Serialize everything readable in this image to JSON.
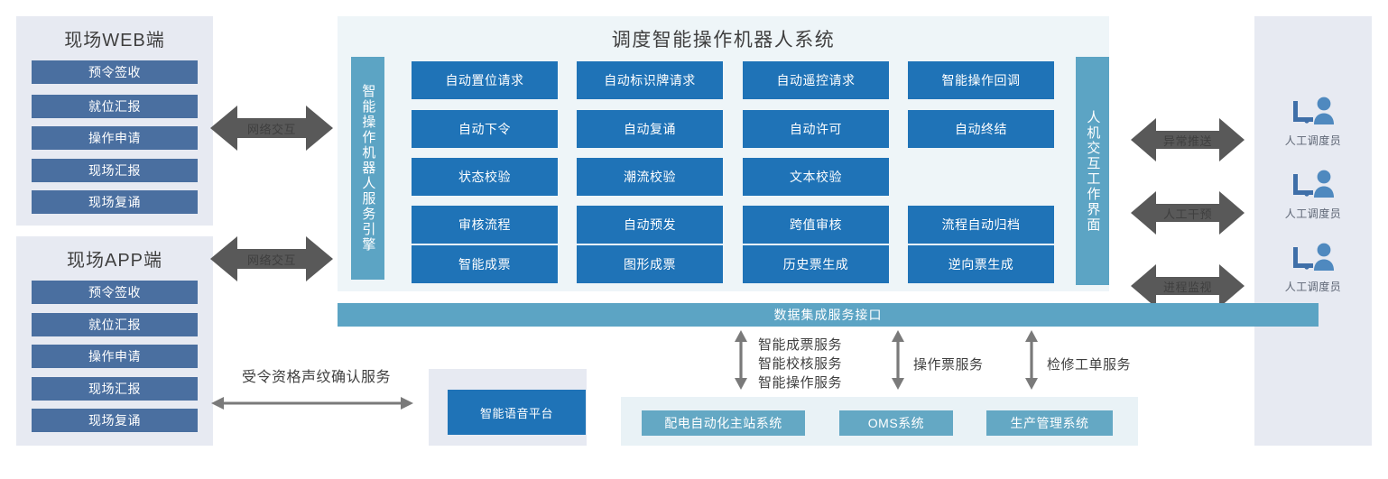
{
  "clients": [
    {
      "title": "现场WEB端",
      "items": [
        "预令签收",
        "就位汇报",
        "操作申请",
        "现场汇报",
        "现场复诵"
      ]
    },
    {
      "title": "现场APP端",
      "items": [
        "预令签收",
        "就位汇报",
        "操作申请",
        "现场汇报",
        "现场复诵"
      ]
    }
  ],
  "network_links": [
    {
      "label": "网络交互"
    },
    {
      "label": "网络交互"
    }
  ],
  "center": {
    "title": "调度智能操作机器人系统",
    "engine_label": "智能操作机器人服务引擎",
    "hmi_label": "人机交互工作界面",
    "grid_rows": [
      [
        "自动置位请求",
        "自动标识牌请求",
        "自动遥控请求",
        "智能操作回调"
      ],
      [
        "自动下令",
        "自动复诵",
        "自动许可",
        "自动终结"
      ],
      [
        "状态校验",
        "潮流校验",
        "文本校验"
      ],
      [
        "审核流程",
        "自动预发",
        "跨值审核",
        "流程自动归档"
      ],
      [
        "智能成票",
        "图形成票",
        "历史票生成",
        "逆向票生成"
      ]
    ]
  },
  "operator_links": [
    {
      "label": "异常推送",
      "operator": "人工调度员"
    },
    {
      "label": "人工干预",
      "operator": "人工调度员"
    },
    {
      "label": "进程监视",
      "operator": "人工调度员"
    }
  ],
  "bus": {
    "label": "数据集成服务接口"
  },
  "voice": {
    "link_label": "受令资格声纹确认服务",
    "platform_label": "智能语音平台"
  },
  "service_links": [
    {
      "lines": [
        "智能成票服务",
        "智能校核服务",
        "智能操作服务"
      ]
    },
    {
      "lines": [
        "操作票服务"
      ]
    },
    {
      "lines": [
        "检修工单服务"
      ]
    }
  ],
  "external_systems": [
    "配电自动化主站系统",
    "OMS系统",
    "生产管理系统"
  ],
  "colors": {
    "client_box": "#4a6fa0",
    "feature_box": "#1f73b7",
    "teal_bar": "#5ca4c4",
    "system_chip": "#64a8c4",
    "panel_lavender": "#e7eaf2",
    "panel_ice": "#eef5f8",
    "arrow_gray": "#595959",
    "text_dark": "#3f3f3f"
  }
}
